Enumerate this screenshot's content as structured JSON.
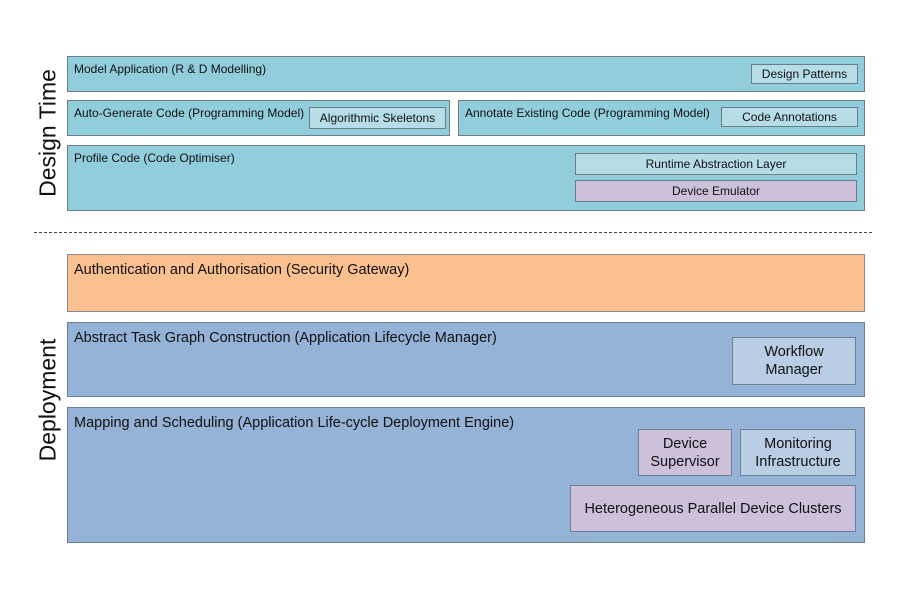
{
  "design_time": {
    "label": "Design Time",
    "model_application": {
      "title": "Model Application (R & D Modelling)",
      "component": "Design Patterns"
    },
    "auto_generate": {
      "title": "Auto-Generate Code (Programming Model)",
      "component": "Algorithmic Skeletons"
    },
    "annotate_existing": {
      "title": "Annotate Existing Code (Programming Model)",
      "component": "Code Annotations"
    },
    "profile_code": {
      "title": "Profile Code (Code Optimiser)",
      "components": [
        "Runtime Abstraction Layer",
        "Device Emulator"
      ]
    }
  },
  "deployment": {
    "label": "Deployment",
    "authentication": {
      "title": "Authentication and Authorisation (Security Gateway)"
    },
    "abstract_task_graph": {
      "title": "Abstract Task Graph Construction (Application Lifecycle Manager)",
      "component": "Workflow Manager"
    },
    "mapping_scheduling": {
      "title": "Mapping and Scheduling (Application Life-cycle Deployment Engine)",
      "components": [
        "Device Supervisor",
        "Monitoring Infrastructure",
        "Heterogeneous Parallel Device Clusters"
      ]
    }
  },
  "colors": {
    "design_layer": "#92cddc",
    "design_component": "#b7dde8",
    "emulator": "#ccc0da",
    "security": "#fac090",
    "deployment_layer": "#95b3d7",
    "deployment_component": "#b9cde5"
  }
}
